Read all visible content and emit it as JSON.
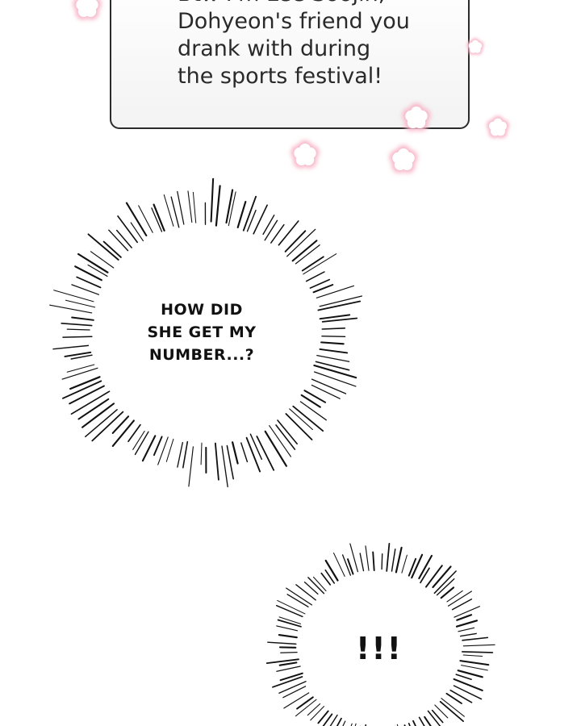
{
  "message": {
    "lines": [
      "Btw I'm Lee Soojin,",
      "Dohyeon's friend you",
      "drank with during",
      "the sports festival!"
    ]
  },
  "bubble1": {
    "lines": [
      "HOW DID",
      "SHE GET MY",
      "NUMBER...?"
    ]
  },
  "bubble2": {
    "text": "!!!"
  },
  "colors": {
    "flower_glow": "#f7b6c8",
    "box_border": "#2b2b2b",
    "burst_lines": "#111111"
  },
  "icons": [
    "flower-icon",
    "burst-lines"
  ]
}
